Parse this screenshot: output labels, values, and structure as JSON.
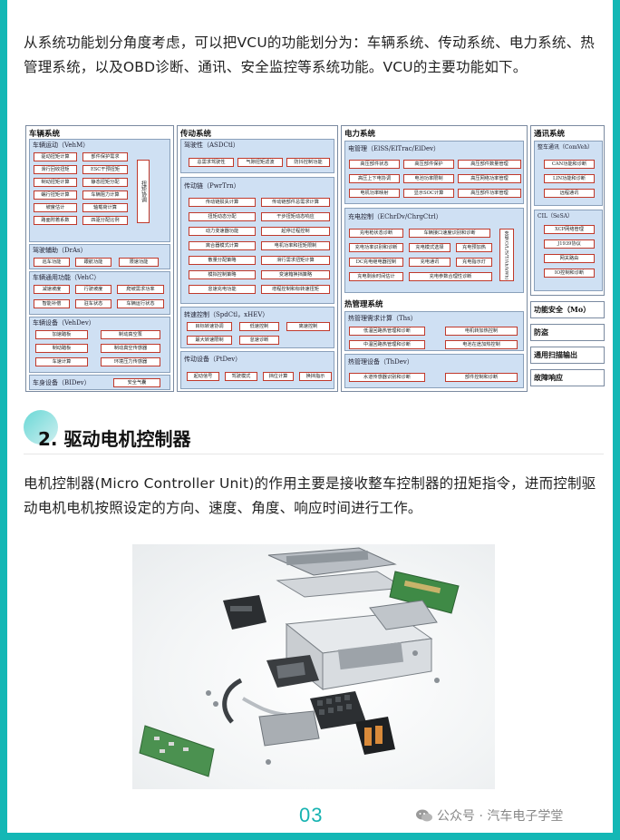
{
  "intro_text": "从系统功能划分角度考虑，可以把VCU的功能划分为：车辆系统、传动系统、电力系统、热管理系统，以及OBD诊断、通讯、安全监控等系统功能。VCU的主要功能如下。",
  "diagram": {
    "vehicle": {
      "title": "车辆系统",
      "vehm": {
        "title": "车辆运动（VehM）",
        "cells": [
          "驱动扭矩计算",
          "滑行回收扭矩",
          "制动扭矩计算",
          "蠕行扭矩计算",
          "坡度估计",
          "路面附着系数",
          "部件保护需求",
          "ESC干预扭矩",
          "静态扭矩分配",
          "车辆阻力计算",
          "轴载荷计算",
          "四驱分配比例"
        ],
        "side": "扭矩协调"
      },
      "drvas": {
        "title": "驾驶辅助（DrAs）",
        "cells": [
          "巡车功能",
          "跟航功能",
          "限速功能"
        ]
      },
      "vehc": {
        "title": "车辆通用功能（VehC）",
        "cells": [
          "减速坡度",
          "行驶坡度",
          "爬坡需求功率",
          "智能补偿",
          "驻车状态",
          "车辆运行状态"
        ]
      },
      "vehdev": {
        "title": "车辆设备（VehDev）",
        "cells": [
          "加速踏板",
          "制动真空泵",
          "制动踏板",
          "制动真空传感器",
          "车速计算",
          "环境压力传感器"
        ]
      },
      "bidev": {
        "title": "车身设备（BIDev）",
        "cell": "安全气囊"
      }
    },
    "drivetrain": {
      "title": "传动系统",
      "asdctl": {
        "title": "驾驶性（ASDCtl）",
        "cells": [
          "总需求驾驶性",
          "气隙扭矩滤波",
          "防抖控制功能"
        ]
      },
      "pwrtrn": {
        "title": "传动链（PwrTrn）",
        "cells": [
          "传动链损失计算",
          "传动链部件总需求计算",
          "扭矩动态分配",
          "干步扭矩动态响应",
          "动力变速器功能",
          "起停过程控制",
          "离合器模式计算",
          "电机功率和扭矩限制",
          "散量分配策略",
          "滑行需求扭矩计算",
          "模拟控制策略",
          "变速箱换挡策略",
          "怠速充电功能",
          "增程控制和标转速扭矩"
        ]
      },
      "spdctl": {
        "title": "转速控制（SpdCtl，xHEV）",
        "cells": [
          "目标转速协调",
          "低速控制",
          "离速控制",
          "最大转速限制",
          "怠速诊断"
        ]
      },
      "ptdev": {
        "title": "传动设备（PtDev）",
        "cells": [
          "起动信号",
          "驾驶模式",
          "挡位计算",
          "换挡指示"
        ]
      }
    },
    "power": {
      "title": "电力系统",
      "elss": {
        "title": "电管理（ElSS/ElTrac/ElDev）",
        "cells": [
          "高压部件状态",
          "高压部件保护",
          "高压部件数量管理",
          "高压上下电协调",
          "电池功率限制",
          "高压网络功率管理",
          "电机功率映射",
          "显示SOC计算",
          "高压部件功率管理"
        ]
      },
      "chrg": {
        "title": "充电控制（EChrDv/ChrgCtrl）",
        "cells": [
          "充电枪状态诊断",
          "车辆接口速度识别和诊断",
          "充电功率识别和诊断",
          "充电模式选择",
          "充电预加热",
          "DC充电继电器控制",
          "充电通讯",
          "充电指示灯",
          "充电剩余时间估计",
          "充电参数合理性诊断"
        ],
        "side": "充电(G/L/S/T/Ah/kWh)"
      },
      "thm": {
        "title": "热管理系统",
        "ths": "热管理需求计算（Ths）",
        "ths_cells": [
          "低温回路热管理和诊断",
          "电机转加热控制",
          "中温回路热管理和诊断",
          "电池在途加热控制"
        ],
        "thdev": "热管理设备（ThDev）",
        "thdev_cells": [
          "水道传感器识别和诊断",
          "部件控制和诊断"
        ]
      }
    },
    "comm": {
      "title": "通讯系统",
      "comveh": {
        "title": "整车通讯（ComVeh）",
        "cells": [
          "CAN功能和诊断",
          "LIN功能和诊断",
          "远程通讯"
        ]
      },
      "cil": {
        "title": "CIL（SeSA）",
        "cells": [
          "XCP网络管理",
          "J1939协议",
          "网关路由",
          "IO控制和诊断"
        ]
      },
      "side_items": [
        "功能安全（Mo）",
        "防盗",
        "通用扫描输出",
        "故障响应"
      ]
    }
  },
  "section": {
    "number": "2.",
    "title": "驱动电机控制器"
  },
  "body_text": "电机控制器(Micro Controller Unit)的作用主要是接收整车控制器的扭矩指令，进而控制驱动电机电机按照设定的方向、速度、角度、响应时间进行工作。",
  "footer": {
    "page": "03",
    "watermark": "公众号 · 汽车电子学堂"
  },
  "colors": {
    "accent": "#14b7b5",
    "group_fill": "#cfe0f3",
    "cell_border": "#c0392b"
  }
}
